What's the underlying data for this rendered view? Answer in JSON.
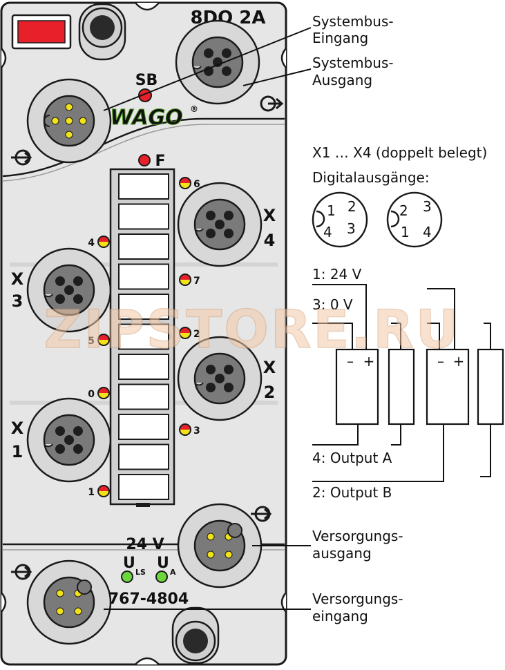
{
  "device": {
    "model": "8DO 2A",
    "part_number": "767-4804",
    "brand": "WAGO",
    "brand_mark": "®",
    "sb_label": "SB",
    "fault_label": "F",
    "voltage": "24 V",
    "uls_main": "U",
    "uls_sub": "LS",
    "ua_main": "U",
    "ua_sub": "A",
    "ports": [
      {
        "letter": "X",
        "num": "4"
      },
      {
        "letter": "X",
        "num": "3"
      },
      {
        "letter": "X",
        "num": "2"
      },
      {
        "letter": "X",
        "num": "1"
      }
    ],
    "channels": [
      "6",
      "4",
      "7",
      "5",
      "2",
      "0",
      "3",
      "1"
    ]
  },
  "callouts": {
    "systembus_in": [
      "Systembus-",
      "Eingang"
    ],
    "systembus_out": [
      "Systembus-",
      "Ausgang"
    ],
    "supply_out": [
      "Versorgungs-",
      "ausgang"
    ],
    "supply_in": [
      "Versorgungs-",
      "eingang"
    ]
  },
  "legend": {
    "title": "X1 … X4 (doppelt belegt)",
    "subtitle": "Digitalausgänge:",
    "pins_left": [
      "1",
      "2",
      "4",
      "3"
    ],
    "pins_right": [
      "2",
      "3",
      "1",
      "4"
    ],
    "wiring": [
      "1: 24 V",
      "3: 0 V",
      "4: Output A",
      "2: Output B"
    ],
    "minus": "–",
    "plus": "+"
  },
  "watermark": "ZIPSTORE.RU",
  "colors": {
    "housing": "#e6e6e6",
    "outline": "#1a1a1a",
    "red": "#e8202a",
    "green": "#6cd63c",
    "yellow": "#f2e21a",
    "wago_green": "#7bd63c",
    "watermark": "#f4c9a8"
  }
}
